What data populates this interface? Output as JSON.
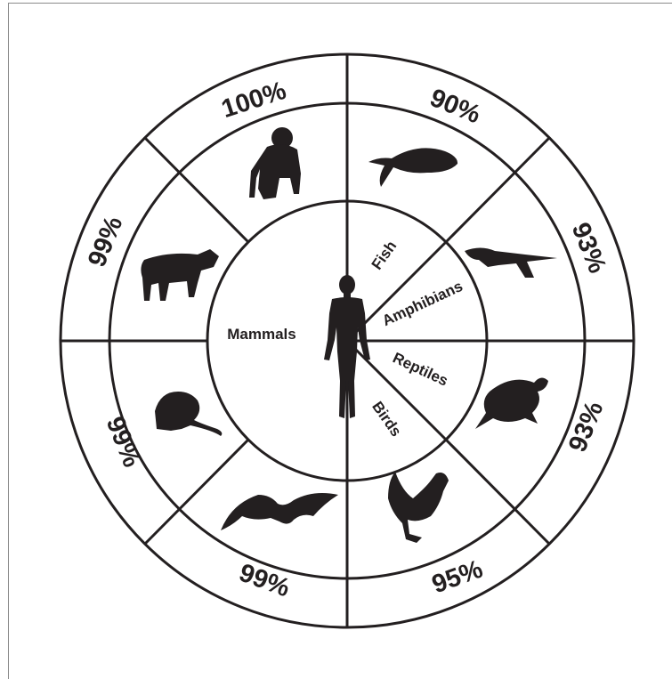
{
  "center_label": "Mammals",
  "groups": {
    "fish": "Fish",
    "amphibians": "Amphibians",
    "reptiles": "Reptiles",
    "birds": "Birds"
  },
  "percentages": {
    "gorilla": "100%",
    "fish": "90%",
    "frog": "93%",
    "turtle": "93%",
    "rooster": "95%",
    "bat": "99%",
    "rat": "99%",
    "cow": "99%"
  },
  "icons": {
    "center": "human-silhouette-icon",
    "gorilla": "gorilla-icon",
    "fish": "fish-icon",
    "frog": "frog-icon",
    "turtle": "sea-turtle-icon",
    "rooster": "rooster-icon",
    "bat": "bat-icon",
    "rat": "rat-icon",
    "cow": "cow-icon"
  },
  "colors": {
    "ink": "#231f20",
    "background": "#ffffff"
  }
}
